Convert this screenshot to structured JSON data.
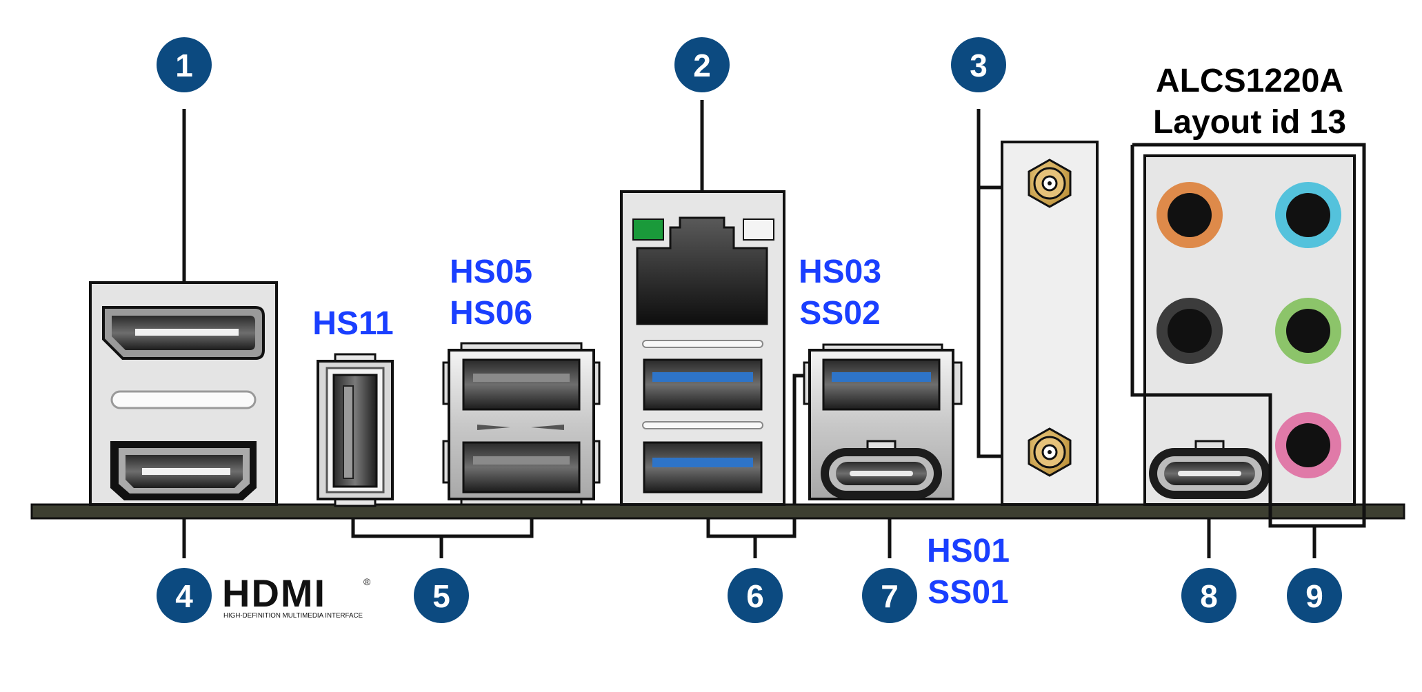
{
  "colors": {
    "badge": "#0c4a80",
    "badge_text": "#ffffff",
    "port_label": "#1a3fff",
    "heading": "#000000",
    "board": "#3d3f31",
    "panel": "#e8e8e8",
    "usb3_blue": "#2e74c8",
    "rj45_led_green": "#1a9a3a",
    "gold": "#d9b25a",
    "audio_orange": "#de8a4a",
    "audio_blue": "#54c2dc",
    "audio_black": "#3c3c3c",
    "audio_green": "#8cc46a",
    "audio_pink": "#e07aa8"
  },
  "heading": {
    "line1": "ALCS1220A",
    "line2": "Layout id 13"
  },
  "badges": [
    {
      "num": "1",
      "meaning": "displayport"
    },
    {
      "num": "2",
      "meaning": "lan-port"
    },
    {
      "num": "3",
      "meaning": "wifi-antenna"
    },
    {
      "num": "4",
      "meaning": "hdmi-port"
    },
    {
      "num": "5",
      "meaning": "usb2-ports"
    },
    {
      "num": "6",
      "meaning": "usb3-ports"
    },
    {
      "num": "7",
      "meaning": "usb-c-port"
    },
    {
      "num": "8",
      "meaning": "usb-c-port-2"
    },
    {
      "num": "9",
      "meaning": "audio-jacks"
    }
  ],
  "port_labels": {
    "hs11": "HS11",
    "hs05": "HS05",
    "hs06": "HS06",
    "hs03": "HS03",
    "ss02": "SS02",
    "hs01": "HS01",
    "ss01": "SS01"
  },
  "hdmi_logo": {
    "wordmark": "HDMI",
    "registered": "®",
    "tagline": "HIGH-DEFINITION MULTIMEDIA INTERFACE"
  },
  "icons": [
    "displayport-connector",
    "hdmi-connector",
    "usb-a-connector",
    "rj45-connector",
    "usb-c-connector",
    "sma-antenna-connector",
    "audio-jack"
  ]
}
